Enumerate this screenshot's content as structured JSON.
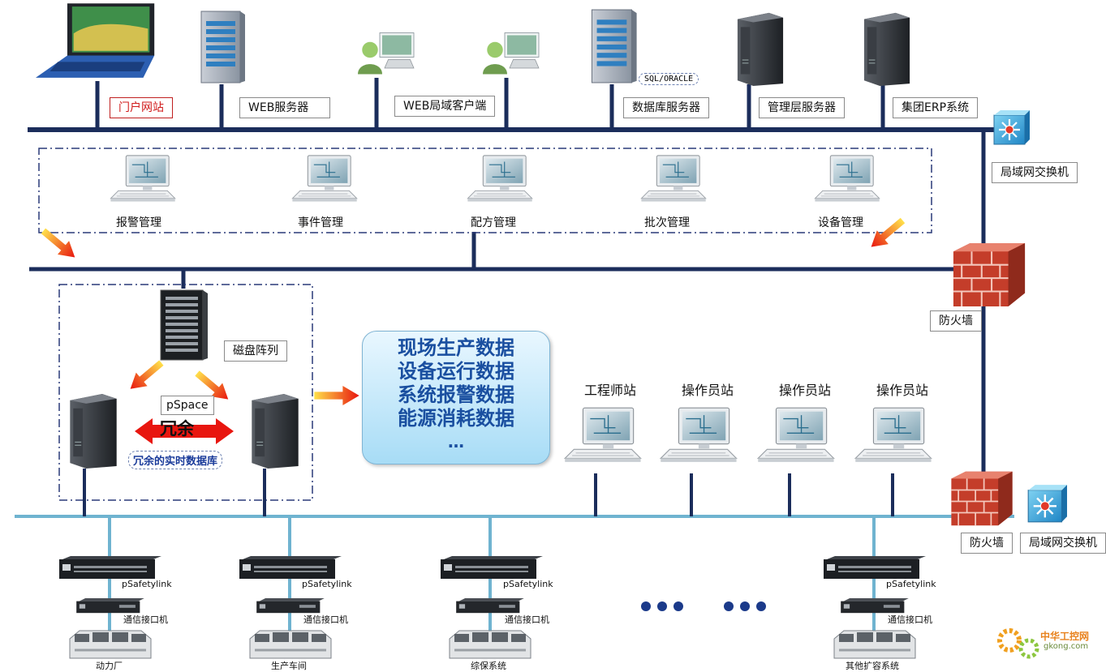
{
  "top_row": {
    "portal": "门户网站",
    "web_server": "WEB服务器",
    "web_client": "WEB局域客户端",
    "sql": "SQL/ORACLE",
    "db_server": "数据库服务器",
    "mgmt_server": "管理层服务器",
    "erp": "集团ERP系统"
  },
  "switch_label_top": "局域网交换机",
  "firewall_label_top": "防火墙",
  "firewall_label_bottom": "防火墙",
  "switch_label_bottom": "局域网交换机",
  "mgmt_row": [
    "报警管理",
    "事件管理",
    "配方管理",
    "批次管理",
    "设备管理"
  ],
  "storage": {
    "disk_array": "磁盘阵列",
    "pspace": "pSpace",
    "redundancy": "冗余",
    "realtime_db": "冗余的实时数据库"
  },
  "data_box": [
    "现场生产数据",
    "设备运行数据",
    "系统报警数据",
    "能源消耗数据",
    "…"
  ],
  "stations": [
    "工程师站",
    "操作员站",
    "操作员站",
    "操作员站"
  ],
  "field": {
    "psafetylink": "pSafetylink",
    "comm": "通信接口机",
    "sites": [
      "动力厂",
      "生产车间",
      "综保系统",
      "其他扩容系统"
    ]
  },
  "watermark": {
    "cn": "中华工控网",
    "en": "gkong.com"
  }
}
